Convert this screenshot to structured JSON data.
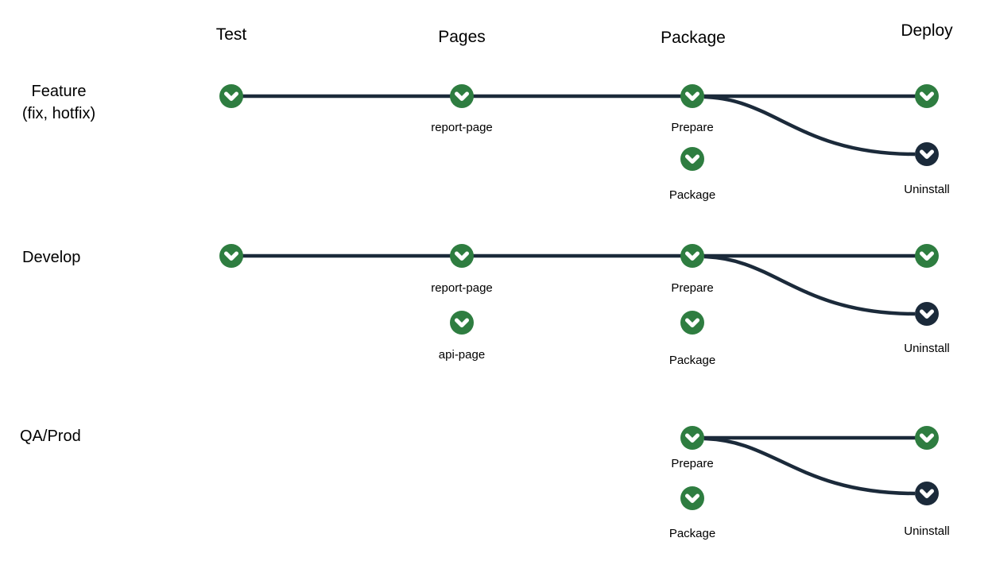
{
  "stages": [
    {
      "label": "Test"
    },
    {
      "label": "Pages"
    },
    {
      "label": "Package"
    },
    {
      "label": "Deploy"
    }
  ],
  "rows": [
    {
      "label": "Feature",
      "sublabel": "(fix, hotfix)",
      "jobs": {
        "pages": "report-page",
        "package": "Prepare",
        "package_secondary": "Package",
        "uninstall": "Uninstall"
      }
    },
    {
      "label": "Develop",
      "jobs": {
        "pages": "report-page",
        "pages_secondary": "api-page",
        "package": "Prepare",
        "package_secondary": "Package",
        "uninstall": "Uninstall"
      }
    },
    {
      "label": "QA/Prod",
      "jobs": {
        "package": "Prepare",
        "package_secondary": "Package",
        "uninstall": "Uninstall"
      }
    }
  ],
  "icons": {
    "node_status": "chevron-down-icon"
  },
  "colors": {
    "success_green": "#2e7d40",
    "dark_navy": "#1b2a3a",
    "connector": "#1b2a3a",
    "background": "#ffffff",
    "text": "#000000"
  }
}
